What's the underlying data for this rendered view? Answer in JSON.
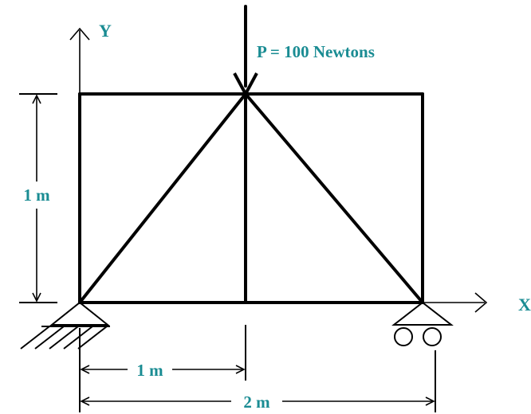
{
  "diagram": {
    "axes": {
      "y_label": "Y",
      "x_label": "X"
    },
    "load": {
      "label": "P = 100 Newtons"
    },
    "dimensions": {
      "height": "1 m",
      "half_span": "1 m",
      "span": "2 m"
    },
    "colors": {
      "label": "#1a8c93",
      "line": "#000000"
    },
    "icons": [
      "pin-support-icon",
      "roller-support-icon",
      "load-arrow-icon"
    ]
  }
}
